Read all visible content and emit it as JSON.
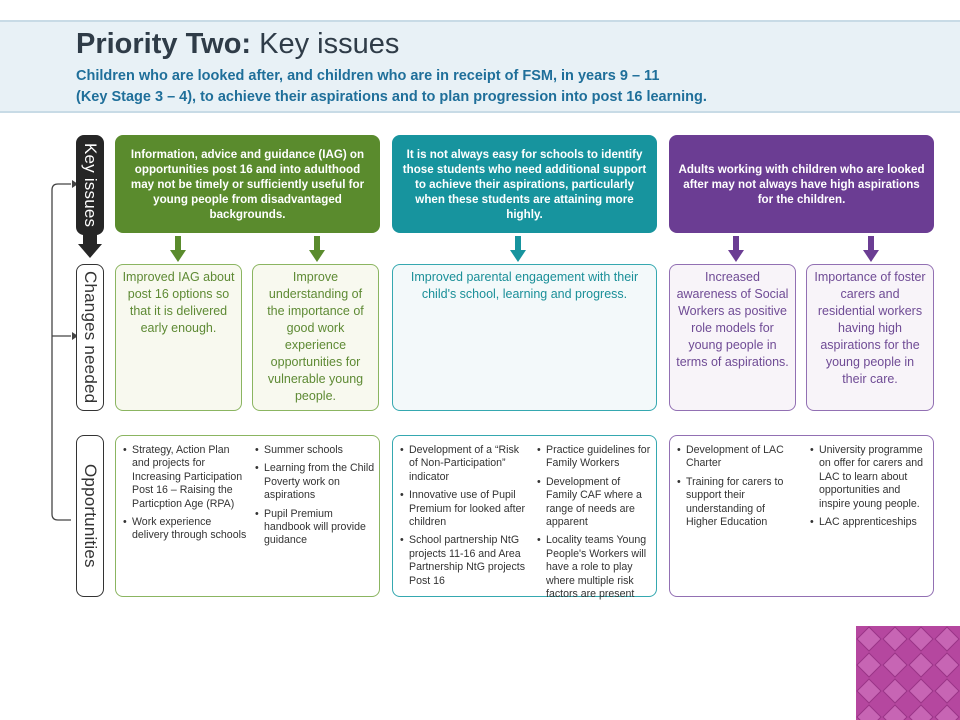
{
  "header": {
    "title_bold": "Priority Two:",
    "title_rest": " Key issues",
    "subtitle_line1": "Children who are looked after, and children who are in receipt of FSM, in years 9 – 11",
    "subtitle_line2": "(Key Stage 3 – 4), to achieve their aspirations and to plan progression into post 16 learning."
  },
  "rows": {
    "key_issues": "Key issues",
    "changes_needed": "Changes needed",
    "opportunities": "Opportunities"
  },
  "issues": [
    "Information, advice and guidance (IAG) on opportunities post 16 and into adulthood may not be timely or sufficiently useful for young people from disadvantaged backgrounds.",
    "It is not always easy for schools to identify those students who need additional support to achieve their aspirations, particularly when these students are attaining more highly.",
    "Adults working with children who are looked after may not always have high aspirations for the children."
  ],
  "changes": [
    "Improved IAG about post 16 options so that it is delivered early enough.",
    "Improve understanding of the importance of good work experience opportunities for vulnerable young people.",
    "Improved parental engagement with their child's school, learning and progress.",
    "Increased awareness of Social Workers as positive role models for young people in terms of aspirations.",
    "Importance of foster carers and residential workers having high aspirations for the young people in their care."
  ],
  "opportunities": [
    [
      "Strategy, Action Plan and projects for Increasing Participation Post 16 – Raising the Particption Age (RPA)",
      "Work experience delivery through schools"
    ],
    [
      "Summer schools",
      "Learning from the Child Poverty work on aspirations",
      "Pupil Premium handbook will provide guidance"
    ],
    [
      "Development of a “Risk of Non-Participation” indicator",
      "Innovative use of Pupil Premium for looked after children",
      "School partnership NtG projects 11-16 and Area Partnership NtG projects Post 16"
    ],
    [
      "Practice guidelines for Family Workers",
      "Development of Family CAF where a range of needs are apparent",
      "Locality teams Young People's Workers will have a role to play where multiple risk factors are present"
    ],
    [
      "Development of LAC Charter",
      "Training for carers to support their understanding of Higher Education"
    ],
    [
      "University programme on offer for carers and LAC to learn about opportunities and inspire young people.",
      "LAC apprenticeships"
    ]
  ],
  "colors": {
    "green": "#5a8b2d",
    "teal": "#17949e",
    "purple": "#6b3d93",
    "title": "#2f3c48",
    "subtitle": "#1f6f9a"
  }
}
